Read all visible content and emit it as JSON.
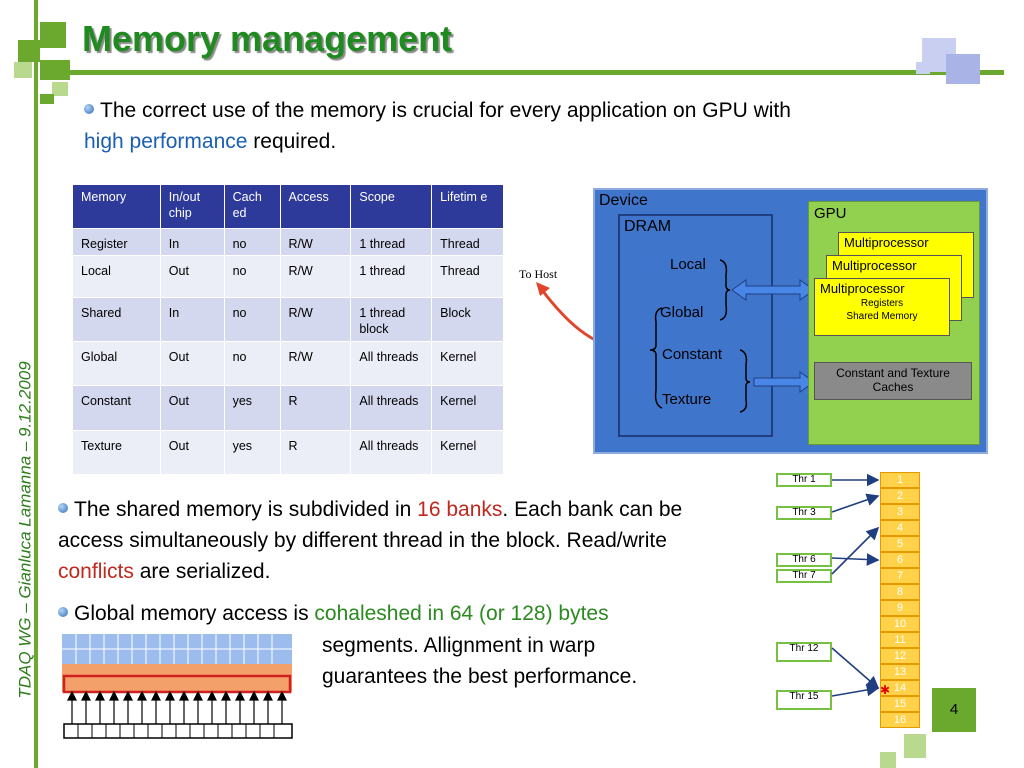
{
  "slide": {
    "title": "Memory management",
    "side_text": "TDAQ WG – Gianluca Lamanna – 9.12.2009",
    "page_number": "4"
  },
  "bullets": {
    "b1_pre": "The correct use of the memory is crucial for every application on GPU with",
    "b1_hl": "high performance",
    "b1_post": " required.",
    "b2_pre": "The shared memory is subdivided in ",
    "b2_hl1": "16 banks",
    "b2_mid": ". Each bank can be access simultaneously by different thread in the block. Read/write ",
    "b2_hl2": "conflicts",
    "b2_post": " are serialized.",
    "b3_pre": "Global memory access is ",
    "b3_hl": "cohaleshed in 64 (or 128) bytes",
    "b3_post1": "segments. Allignment in warp",
    "b3_post2": "guarantees the best performance."
  },
  "table": {
    "headers": [
      "Memory",
      "In/out chip",
      "Cach ed",
      "Access",
      "Scope",
      "Lifetim e"
    ],
    "rows": [
      [
        "Register",
        "In",
        "no",
        "R/W",
        "1 thread",
        "Thread"
      ],
      [
        "Local",
        "Out",
        "no",
        "R/W",
        "1 thread",
        "Thread"
      ],
      [
        "Shared",
        "In",
        "no",
        "R/W",
        "1 thread block",
        "Block"
      ],
      [
        "Global",
        "Out",
        "no",
        "R/W",
        "All threads",
        "Kernel"
      ],
      [
        "Constant",
        "Out",
        "yes",
        "R",
        "All threads",
        "Kernel"
      ],
      [
        "Texture",
        "Out",
        "yes",
        "R",
        "All threads",
        "Kernel"
      ]
    ]
  },
  "diagram": {
    "to_host": "To Host",
    "device": "Device",
    "dram": "DRAM",
    "local": "Local",
    "global": "Global",
    "constant": "Constant",
    "texture": "Texture",
    "gpu": "GPU",
    "mp1": "Multiprocessor",
    "mp2": "Multiprocessor",
    "mp3": "Multiprocessor",
    "registers": "Registers",
    "shared_memory": "Shared Memory",
    "ctc": "Constant and Texture Caches"
  },
  "banks": [
    "1",
    "2",
    "3",
    "4",
    "5",
    "6",
    "7",
    "8",
    "9",
    "10",
    "11",
    "12",
    "13",
    "14",
    "15",
    "16"
  ],
  "threads": [
    "Thr 1",
    "Thr 3",
    "Thr 6",
    "Thr 7",
    "Thr 12",
    "Thr 15"
  ],
  "colors": {
    "accent_green": "#6aa82e",
    "title_green": "#1f8a1f",
    "table_header": "#2d3a9a",
    "device_blue": "#3f76cc",
    "gpu_green": "#92d050",
    "bank_yellow": "#ffd24a"
  }
}
